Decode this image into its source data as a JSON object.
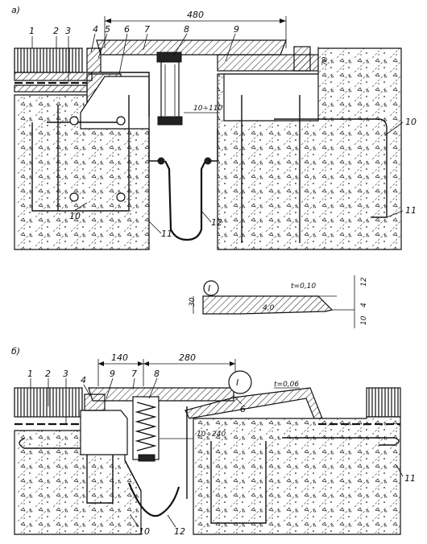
{
  "parts": {
    "a_label": "а)",
    "b_label": "б)",
    "detail_label": "I"
  },
  "dims": {
    "a_width": "480",
    "a_height": "70",
    "a_gap": "10÷110",
    "detail_t": "t=0,10",
    "detail_h1": "12",
    "detail_h2": "4",
    "detail_h3": "10",
    "detail_left": "30",
    "detail_inner": "4,0",
    "b_w1": "140",
    "b_w2": "280",
    "b_t": "t=0,06",
    "b_gap": "10÷240"
  },
  "callouts_a": [
    "1",
    "2",
    "3",
    "4",
    "5",
    "6",
    "7",
    "8",
    "9",
    "10",
    "10",
    "11",
    "11",
    "12"
  ],
  "callouts_b": [
    "1",
    "2",
    "3",
    "4",
    "9",
    "7",
    "8",
    "6",
    "10",
    "11",
    "12"
  ]
}
